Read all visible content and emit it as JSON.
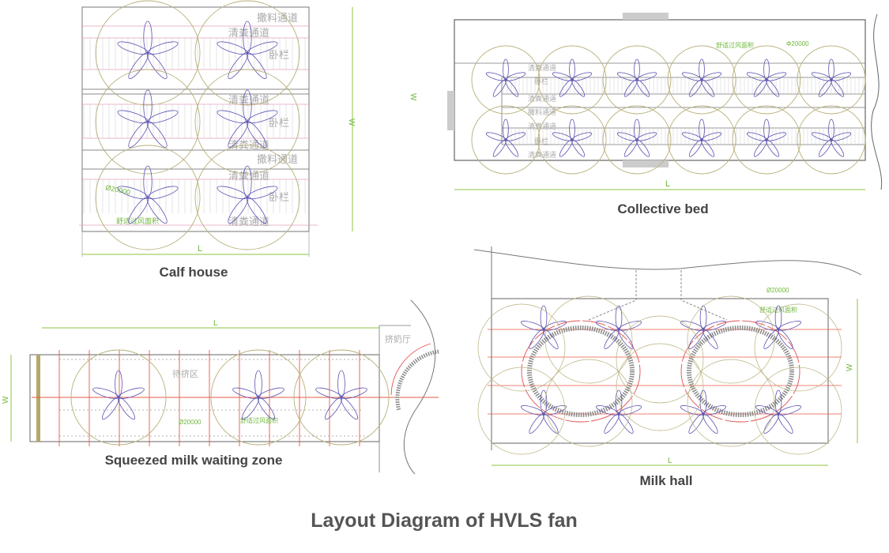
{
  "title": "Layout Diagram of HVLS fan",
  "colors": {
    "fan": "#5b52b0",
    "circle": "#b8b07a",
    "dimension": "#8cc63f",
    "pink": "#e07aa0",
    "red": "#e8412f",
    "wall": "#555555"
  },
  "calf_house": {
    "caption": "Calf house",
    "labels": {
      "feed_aisle": "撒料通道",
      "manure_aisle": "清粪通道",
      "stall": "卧栏",
      "diameter": "Ø20000",
      "comfort_area": "舒适过风面积"
    },
    "dim_l": "L",
    "dim_w": "W",
    "fan_count": 6
  },
  "collective_bed": {
    "caption": "Collective bed",
    "labels": {
      "manure_aisle": "清粪通道",
      "stall": "卧栏",
      "feed_aisle": "撒料通道",
      "diameter": "Φ20000",
      "comfort_area": "舒适过风面积"
    },
    "dim_l": "L",
    "dim_w": "W",
    "fan_count": 12
  },
  "waiting_zone": {
    "caption": "Squeezed milk waiting zone",
    "labels": {
      "waiting_area": "待挤区",
      "milking_parlor": "挤奶厅",
      "diameter": "Ø20000",
      "comfort_area": "舒适过风面积"
    },
    "dim_l": "L",
    "dim_w": "W",
    "fan_count": 3
  },
  "milk_hall": {
    "caption": "Milk hall",
    "labels": {
      "diameter": "Ø20000",
      "comfort_area": "舒适过风面积"
    },
    "dim_l": "L",
    "dim_w": "W",
    "fan_count": 8
  }
}
